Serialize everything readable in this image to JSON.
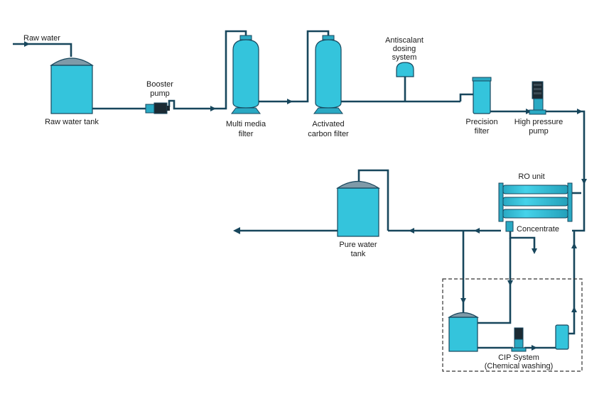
{
  "diagram": {
    "title": "",
    "colors": {
      "pipe": "#17465c",
      "vessel": "#34c4dc",
      "dome": "#7f9aa8",
      "cip_border": "#333333"
    },
    "labels": {
      "raw_water": "Raw water",
      "raw_water_tank": "Raw water tank",
      "booster_pump": [
        "Booster",
        "pump"
      ],
      "multi_media_filter": [
        "Multi media",
        "filter"
      ],
      "activated_carbon_filter": [
        "Activated",
        "carbon filter"
      ],
      "antiscalant": [
        "Antiscalant",
        "dosing",
        "system"
      ],
      "precision_filter": [
        "Precision",
        "filter"
      ],
      "high_pressure_pump": [
        "High pressure",
        "pump"
      ],
      "ro_unit": "RO unit",
      "concentrate": "Concentrate",
      "pure_water_tank": [
        "Pure water",
        "tank"
      ],
      "cip_system": [
        "CIP System",
        "(Chemical washing)"
      ]
    }
  }
}
